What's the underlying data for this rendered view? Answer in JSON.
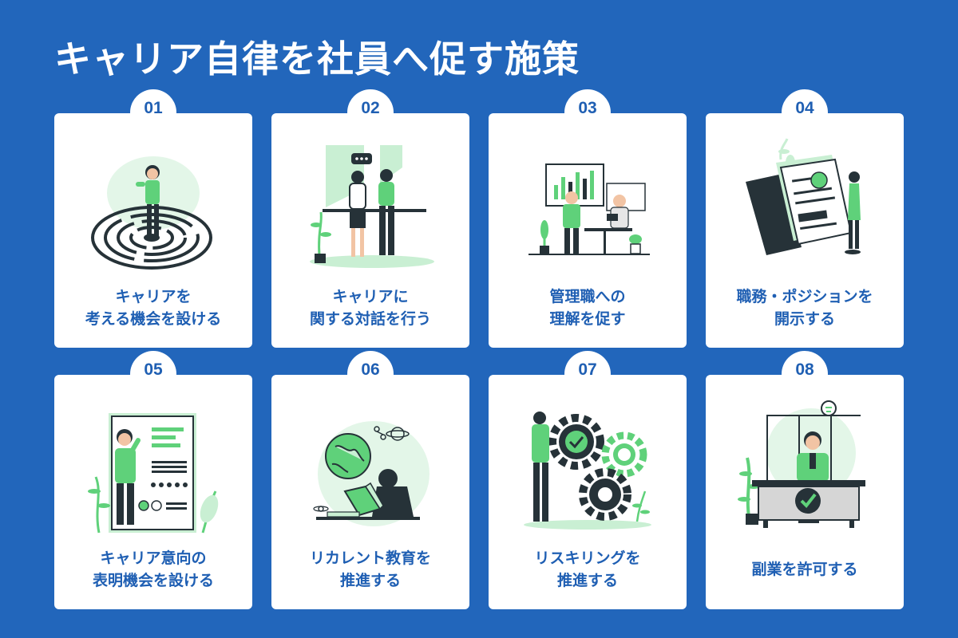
{
  "title": "キャリア自律を社員へ促す施策",
  "colors": {
    "background": "#2266bb",
    "accent_text": "#1f5fb3",
    "illustration_green": "#5fd17a",
    "illustration_dark": "#263238"
  },
  "cards": [
    {
      "number": "01",
      "label_lines": [
        "キャリアを",
        "考える機会を設ける"
      ],
      "icon": "maze-icon"
    },
    {
      "number": "02",
      "label_lines": [
        "キャリアに",
        "関する対話を行う"
      ],
      "icon": "conversation-icon"
    },
    {
      "number": "03",
      "label_lines": [
        "管理職への",
        "理解を促す"
      ],
      "icon": "managers-icon"
    },
    {
      "number": "04",
      "label_lines": [
        "職務・ポジションを",
        "開示する"
      ],
      "icon": "documents-icon"
    },
    {
      "number": "05",
      "label_lines": [
        "キャリア意向の",
        "表明機会を設ける"
      ],
      "icon": "presentation-icon"
    },
    {
      "number": "06",
      "label_lines": [
        "リカレント教育を",
        "推進する"
      ],
      "icon": "study-icon"
    },
    {
      "number": "07",
      "label_lines": [
        "リスキリングを",
        "推進する"
      ],
      "icon": "gears-icon"
    },
    {
      "number": "08",
      "label_lines": [
        "副業を許可する"
      ],
      "icon": "desk-check-icon"
    }
  ]
}
